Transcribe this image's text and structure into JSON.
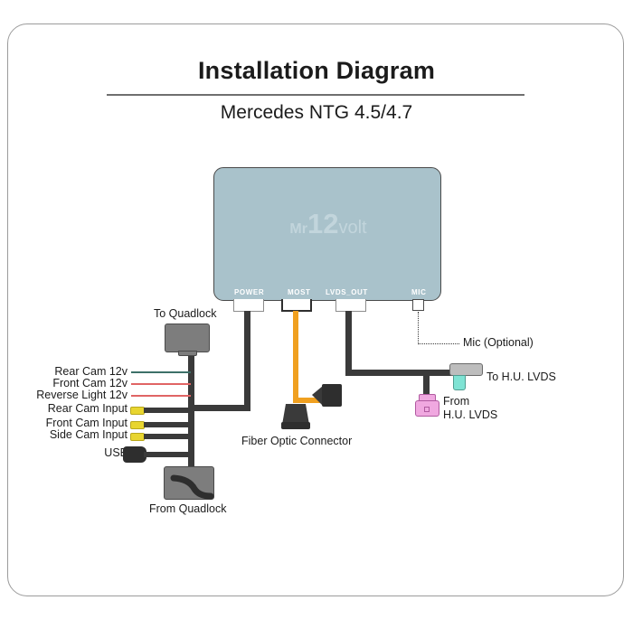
{
  "header": {
    "title": "Installation Diagram",
    "subtitle": "Mercedes NTG 4.5/4.7"
  },
  "device": {
    "logo_prefix": "Mr",
    "logo_number": "12",
    "logo_suffix": "volt",
    "color": "#a9c2cb",
    "ports": [
      {
        "name": "power",
        "label": "POWER"
      },
      {
        "name": "most",
        "label": "MOST"
      },
      {
        "name": "lvds_out",
        "label": "LVDS_OUT"
      },
      {
        "name": "mic",
        "label": "MIC"
      }
    ]
  },
  "connectors": {
    "to_quadlock": "To Quadlock",
    "from_quadlock": "From Quadlock",
    "fiber_optic": "Fiber Optic Connector",
    "mic_optional": "Mic (Optional)",
    "to_hu_lvds": "To H.U. LVDS",
    "from_hu_lvds_line1": "From",
    "from_hu_lvds_line2": "H.U. LVDS"
  },
  "wires": [
    {
      "label": "Rear Cam 12v",
      "color": "#3d7068",
      "type": "bare"
    },
    {
      "label": "Front Cam 12v",
      "color": "#e06464",
      "type": "bare"
    },
    {
      "label": "Reverse Light 12v",
      "color": "#e06464",
      "type": "bare"
    },
    {
      "label": "Rear Cam Input",
      "color": "#3a3a3a",
      "type": "rca",
      "tip_color": "#e8d530"
    },
    {
      "label": "Front Cam Input",
      "color": "#3a3a3a",
      "type": "rca",
      "tip_color": "#e8d530"
    },
    {
      "label": "Side Cam Input",
      "color": "#3a3a3a",
      "type": "rca",
      "tip_color": "#e8d530"
    },
    {
      "label": "USB",
      "color": "#3a3a3a",
      "type": "usb"
    }
  ],
  "colors": {
    "fiber_cable": "#f0a020",
    "harness": "#3a3a3a",
    "lvds_plug": "#7fe3d4",
    "lvds_from": "#f0a8e0",
    "frame_border": "#9b9b9b"
  }
}
